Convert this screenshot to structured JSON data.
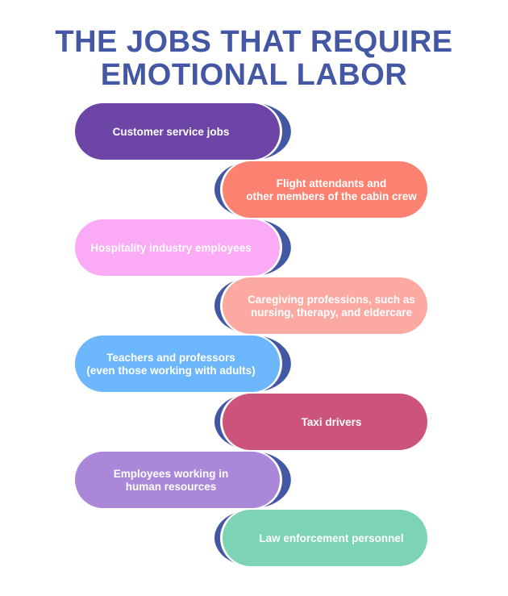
{
  "title": {
    "line1": "THE JOBS THAT REQUIRE",
    "line2": "EMOTIONAL LABOR"
  },
  "colors": {
    "title": "#4457a4",
    "outline": "#4457a4"
  },
  "items": [
    {
      "lines": [
        "Customer service jobs"
      ],
      "color": "#6d45a6"
    },
    {
      "lines": [
        "Flight attendants and",
        "other members of the cabin crew"
      ],
      "color": "#fb8270"
    },
    {
      "lines": [
        "Hospitality industry employees"
      ],
      "color": "#fbaaf6"
    },
    {
      "lines": [
        "Caregiving professions, such as",
        "nursing, therapy, and eldercare"
      ],
      "color": "#fca9a2"
    },
    {
      "lines": [
        "Teachers and professors",
        "(even those working with adults)"
      ],
      "color": "#6cb6fc"
    },
    {
      "lines": [
        "Taxi drivers"
      ],
      "color": "#cc547a"
    },
    {
      "lines": [
        "Employees working in",
        "human resources"
      ],
      "color": "#ab87da"
    },
    {
      "lines": [
        "Law enforcement personnel"
      ],
      "color": "#7dd4b5"
    }
  ]
}
